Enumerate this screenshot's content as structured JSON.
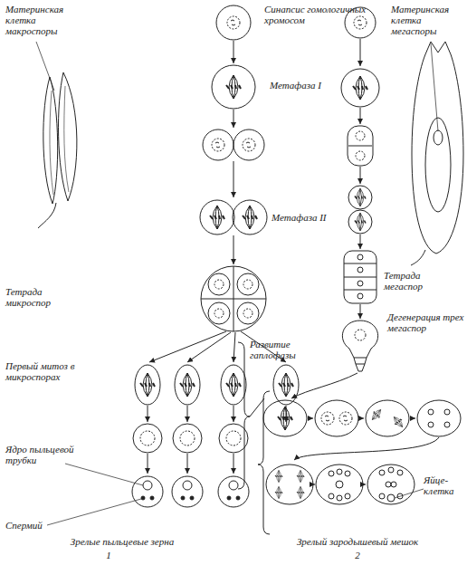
{
  "diagram": {
    "labels": [
      "Материнская клетка макроспоры",
      "Синапсис гомологичных хромосом",
      "Материнская клетка мегаспоры",
      "Метафаза I",
      "Метафаза II",
      "Тетрада микроспор",
      "Тетрада мегаспор",
      "Первый митоз в микроспорах",
      "Развитие гаплофазы",
      "Дегенерация трех мегаспор",
      "Ядро пыльцевой трубки",
      "Спермий",
      "Яйце- клетка",
      "Зрелые пыльцевые зерна",
      "1",
      "Зрелый зародышевый мешок",
      "2"
    ]
  }
}
